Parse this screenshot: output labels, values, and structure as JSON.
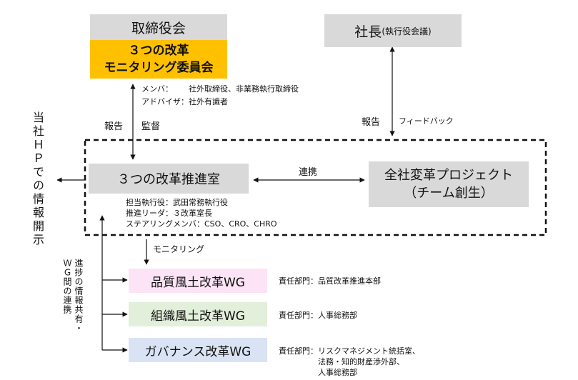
{
  "board": {
    "title": "取締役会",
    "committee_line1": "３つの改革",
    "committee_line2": "モニタリング委員会",
    "members_label": "メンバ：",
    "members_value": "社外取締役、非業務執行取締役",
    "advisors_label": "アドバイザ：",
    "advisors_value": "社外有識者",
    "accent_color": "#ffc000"
  },
  "president": {
    "title": "社長",
    "subtitle": "(執行役会議)"
  },
  "flows": {
    "report_left": "報告",
    "oversight": "監督",
    "report_right": "報告",
    "feedback": "フィードバック",
    "collaboration": "連携",
    "monitoring": "モニタリング"
  },
  "promotion": {
    "title": "３つの改革推進室",
    "details": [
      "担当執行役：武田常務執行役",
      "推進リーダ：３改革室長",
      "ステアリングメンバ：CSO、CRO、CHRO"
    ]
  },
  "project": {
    "line1": "全社変革プロジェクト",
    "line2": "（チーム創生）"
  },
  "side": {
    "disclosure": "当社ＨＰでの情報開示",
    "sharing": "進捗の情報共有・ＷＧ間の連携"
  },
  "wgs": [
    {
      "name": "品質風土改革WG",
      "dept_label": "責任部門：",
      "dept": [
        "品質改革推進本部"
      ],
      "color": "#fce4f6"
    },
    {
      "name": "組織風土改革WG",
      "dept_label": "責任部門：",
      "dept": [
        "人事総務部"
      ],
      "color": "#e2efda"
    },
    {
      "name": "ガバナンス改革WG",
      "dept_label": "責任部門：",
      "dept": [
        "リスクマネジメント統括室、",
        "法務・知的財産渉外部、",
        "人事総務部"
      ],
      "color": "#dae3f3"
    }
  ]
}
